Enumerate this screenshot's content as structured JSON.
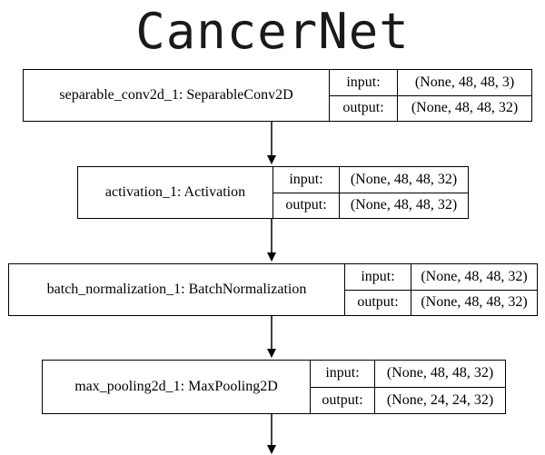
{
  "title": "CancerNet",
  "nodes": [
    {
      "name": "separable_conv2d_1: SeparableConv2D",
      "input_label": "input:",
      "output_label": "output:",
      "input": "(None, 48, 48, 3)",
      "output": "(None, 48, 48, 32)"
    },
    {
      "name": "activation_1: Activation",
      "input_label": "input:",
      "output_label": "output:",
      "input": "(None, 48, 48, 32)",
      "output": "(None, 48, 48, 32)"
    },
    {
      "name": "batch_normalization_1: BatchNormalization",
      "input_label": "input:",
      "output_label": "output:",
      "input": "(None, 48, 48, 32)",
      "output": "(None, 48, 48, 32)"
    },
    {
      "name": "max_pooling2d_1: MaxPooling2D",
      "input_label": "input:",
      "output_label": "output:",
      "input": "(None, 48, 48, 32)",
      "output": "(None, 24, 24, 32)"
    }
  ]
}
